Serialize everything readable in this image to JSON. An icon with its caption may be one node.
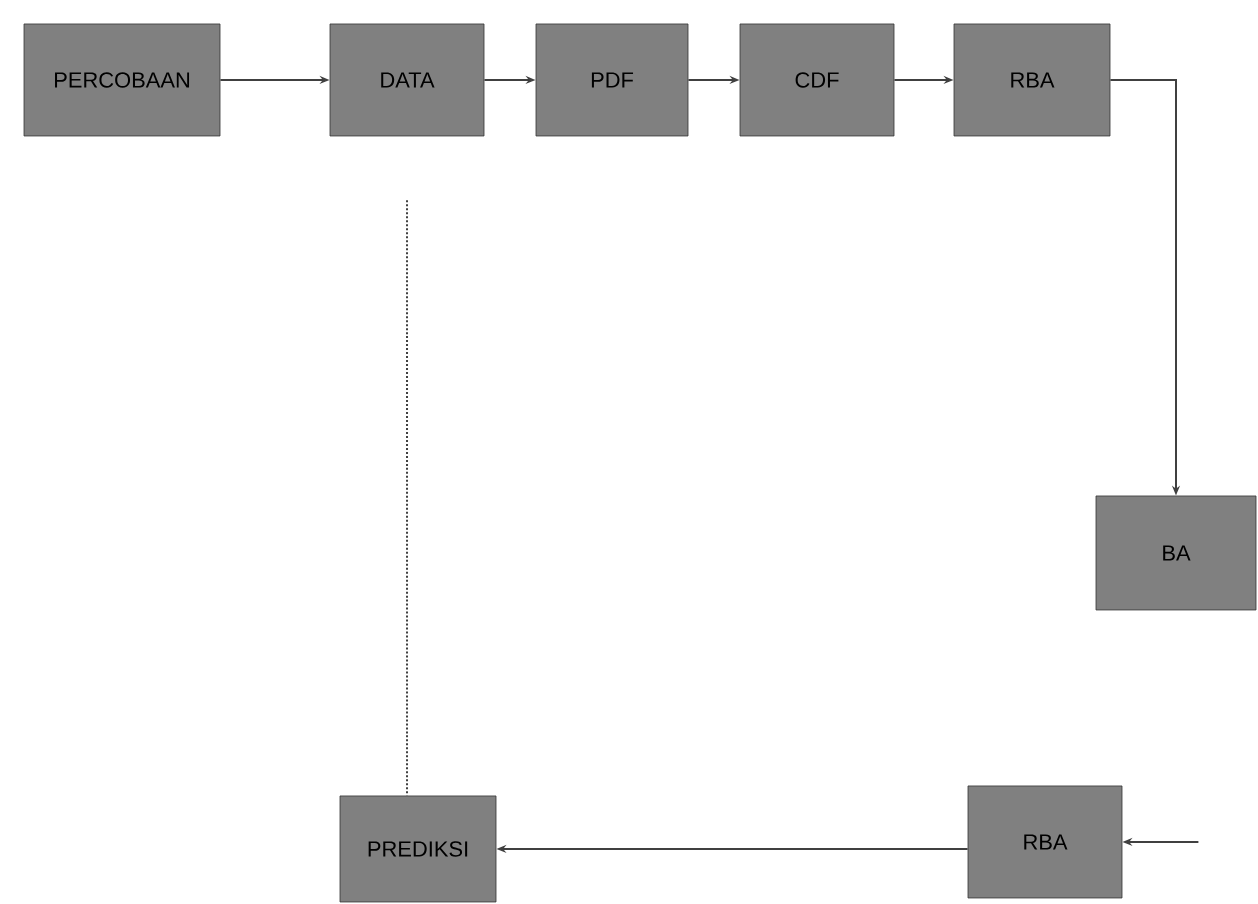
{
  "diagram": {
    "nodes": [
      {
        "text": [
          "PERCOBAAN"
        ]
      },
      {
        "text": [
          "DATA"
        ]
      },
      {
        "text": [
          "PDF"
        ]
      },
      {
        "text": [
          "CDF"
        ]
      },
      {
        "text": [
          "RBA"
        ]
      },
      {
        "text": [
          "BA"
        ]
      },
      {
        "text": [
          "RBA"
        ]
      },
      {
        "text": [
          "PREDIKSI"
        ]
      }
    ],
    "edges": [
      {
        "from": 0,
        "to": 1,
        "arrow": "to"
      },
      {
        "from": 1,
        "to": 2,
        "arrow": "to"
      },
      {
        "from": 2,
        "to": 3,
        "arrow": "to"
      },
      {
        "from": 3,
        "to": 4,
        "arrow": "to"
      },
      {
        "from": 4,
        "to": 5,
        "arrow": "to"
      },
      {
        "from": null,
        "to": 6,
        "arrow": "to"
      },
      {
        "from": 6,
        "to": 7,
        "arrow": "to"
      },
      {
        "from": 1,
        "to": 7,
        "arrow": "none",
        "style": "dashed"
      }
    ]
  }
}
